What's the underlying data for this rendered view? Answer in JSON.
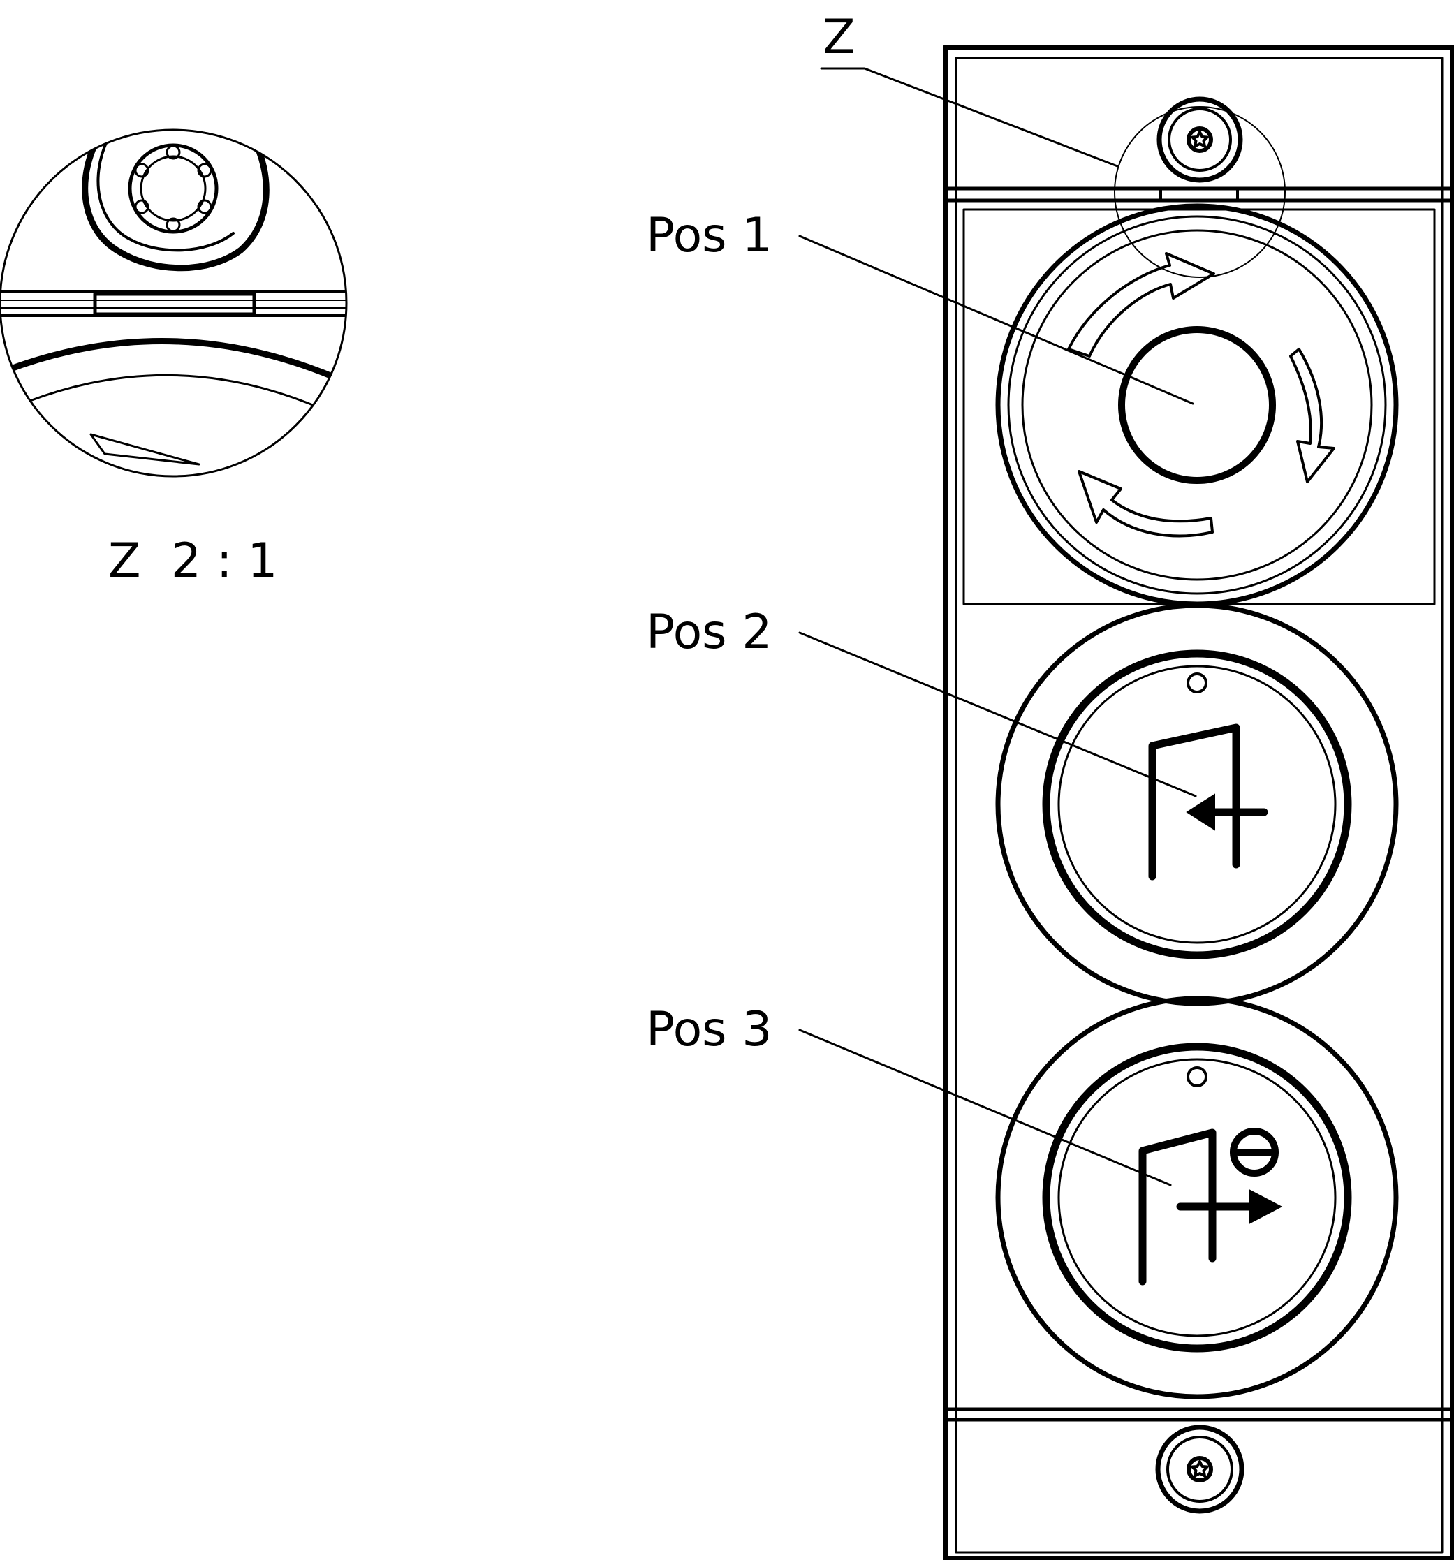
{
  "labels": {
    "detail_marker": "Z",
    "detail_caption": "Z  2 : 1",
    "pos1": "Pos 1",
    "pos2": "Pos 2",
    "pos3": "Pos 3"
  },
  "components": {
    "pos1": "emergency-stop-button",
    "pos2": "door-entry-button-icon",
    "pos3": "door-exit-button-icon",
    "fasteners": "torx-screw-icon"
  },
  "colors": {
    "line": "#000000",
    "background": "#ffffff"
  }
}
